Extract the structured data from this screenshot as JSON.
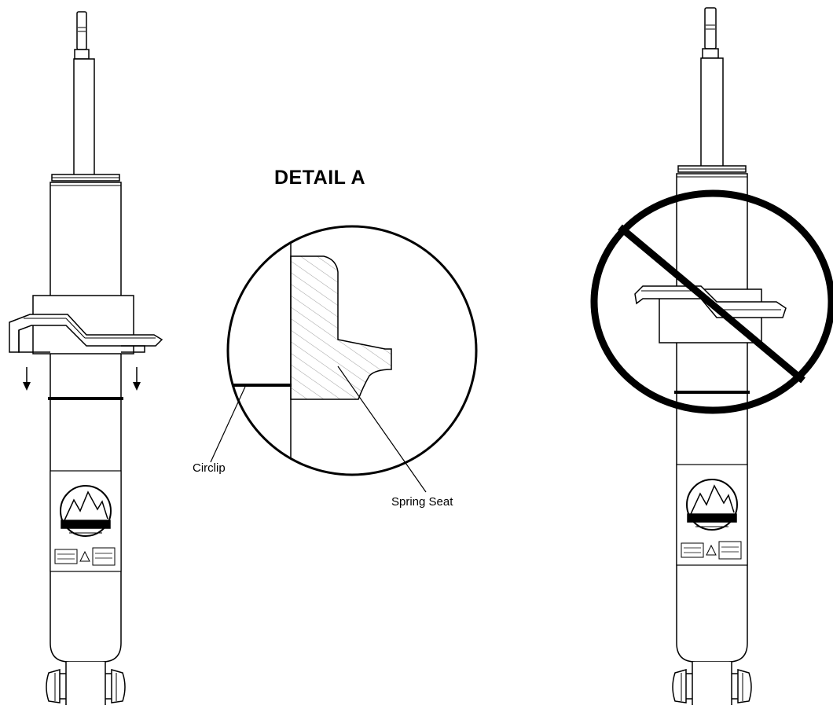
{
  "detail": {
    "title": "DETAIL A",
    "labels": {
      "circlip": "Circlip",
      "spring_seat": "Spring Seat"
    }
  },
  "colors": {
    "ink": "#000000",
    "paper": "#ffffff",
    "hatch": "#888888"
  },
  "views": [
    {
      "id": "correct",
      "prohibited": false,
      "arrows": true
    },
    {
      "id": "incorrect",
      "prohibited": true,
      "arrows": false
    }
  ],
  "icons": [
    "down-arrow-icon",
    "prohibited-icon",
    "mountain-logo-icon",
    "warning-icon"
  ]
}
